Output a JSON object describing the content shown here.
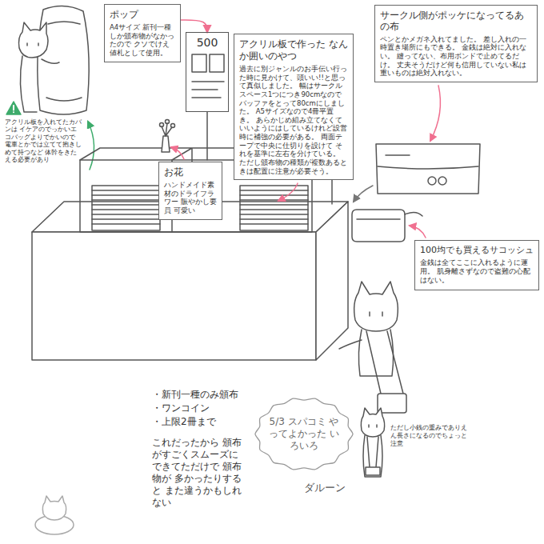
{
  "diagram": {
    "nodes": [
      {
        "text": [
          "ポップ",
          "A4サイズ 新刊一種しか頒布物がなかったので クソでけえ値札として使用。"
        ]
      },
      {
        "text": [
          "500"
        ]
      },
      {
        "text": [
          "お花",
          "ハンドメイド素材のドライフラワー 賑やかし要員 可愛い"
        ]
      },
      {
        "text": [
          "アクリル板で作った なんか囲いのやつ",
          "過去に別ジャンルのお手伝い行った時に見かけて、頭いい!!と思って真似しました。 幅はサークルスペース1つにつき90cmなので バッファをとって80cmにしました。 A5サイズなので4冊平置き。 あらかじめ組み立てなくていいようにはしているけれど設営時に補強の必要がある。 両面テープで中央に仕切りを設けて それを基準に左右を分けている。 ただし頒布物の種類が複数あるときは配置に注意が必要そう。"
        ]
      },
      {
        "text": [
          "サークル側がポッケになってるあの布",
          "ペンとかメガネ入れてました。 差し入れの一時置き場所にもできる。 金銭は絶対に入れない。 縫ってない、布用ボンドで止めてるだけ。 丈夫そうだけど何も信用していない私は重いものは絶対入れない。"
        ]
      },
      {
        "text": [
          "100均でも買えるサコッシュ",
          "金銭は全てここに入れるように運用。 肌身離さずなので盗難の心配はない。"
        ]
      },
      {
        "text": [
          "5/3 スパコミ やってよかった いろいろ"
        ]
      }
    ],
    "edges": [
      {
        "from": 0,
        "to": 1,
        "arrow": "to"
      }
    ],
    "labels": [
      "アクリル板を入れてたカバンは イケアのでっかいエコバッグよりでかいので 電車とかでは立てて抱きしめて持つなど 体幹をきたえる必要があり",
      "・新刊一種のみ頒布",
      "・ワンコイン",
      "・上限2冊まで",
      "これだったから 頒布がすごくスムーズに できてただけで 頒布物が 多かったりすると また違うかもしれない",
      "ダルーン",
      "ただし小銭の重みでありえん長さになるのでちょっと注意"
    ]
  }
}
